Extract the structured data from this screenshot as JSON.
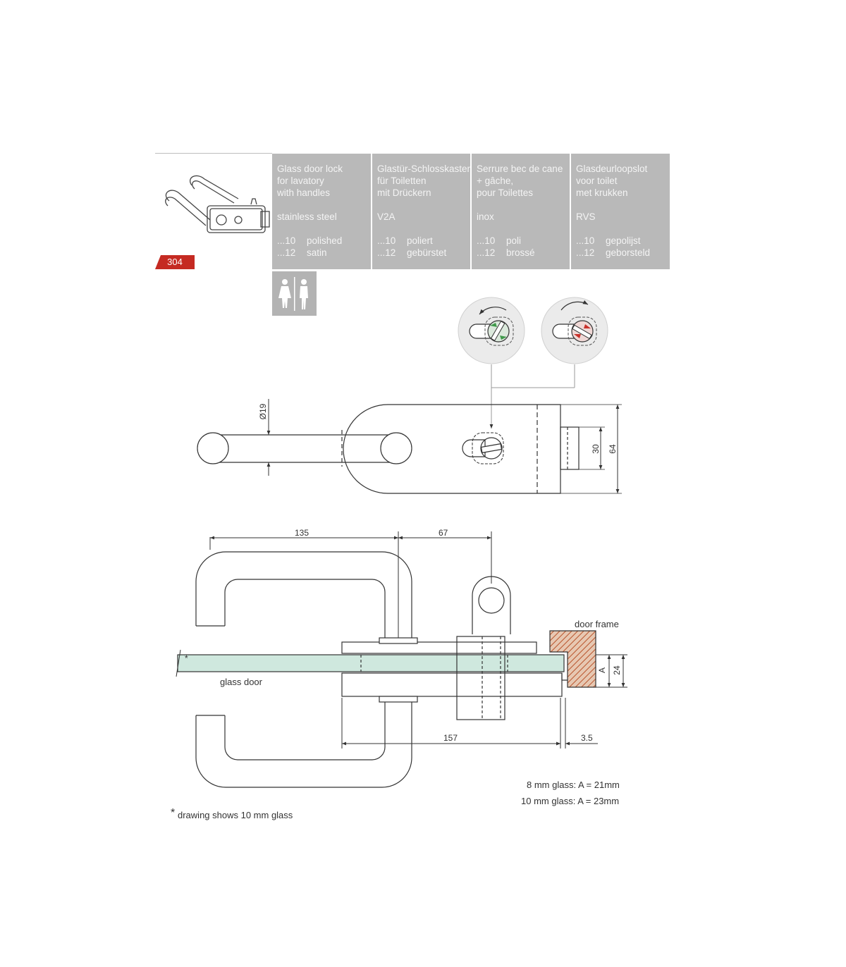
{
  "product": {
    "number": "304"
  },
  "columns": [
    {
      "lang": "en",
      "title": [
        "Glass door lock",
        "for lavatory",
        "with handles"
      ],
      "material": "stainless steel",
      "finishes": [
        {
          "code": "...10",
          "name": "polished"
        },
        {
          "code": "...12",
          "name": "satin"
        }
      ]
    },
    {
      "lang": "de",
      "title": [
        "Glastür-Schlosskasten",
        "für Toiletten",
        "mit Drückern"
      ],
      "material": "V2A",
      "finishes": [
        {
          "code": "...10",
          "name": "poliert"
        },
        {
          "code": "...12",
          "name": "gebürstet"
        }
      ]
    },
    {
      "lang": "fr",
      "title": [
        "Serrure bec de cane",
        "+ gâche,",
        "pour Toilettes"
      ],
      "material": "inox",
      "finishes": [
        {
          "code": "...10",
          "name": "poli"
        },
        {
          "code": "...12",
          "name": "brossé"
        }
      ]
    },
    {
      "lang": "nl",
      "title": [
        "Glasdeurloopslot",
        "voor toilet",
        "met krukken"
      ],
      "material": "RVS",
      "finishes": [
        {
          "code": "...10",
          "name": "gepolijst"
        },
        {
          "code": "...12",
          "name": "geborsteld"
        }
      ]
    }
  ],
  "icons": {
    "pictogram": "toilet-woman-man-icon",
    "indicator_free": "indicator-free-green-icon",
    "indicator_occupied": "indicator-occupied-red-icon"
  },
  "colors": {
    "badge": "#c52a22",
    "panel": "#b9b9b9",
    "glass": "#cfe8de",
    "free": "#3f9a4a",
    "occupied": "#c8302a",
    "frame_hatch": "#c0643e"
  },
  "dimensions": {
    "handle_diameter": "Ø19",
    "plate_height": "64",
    "strike_width": "30",
    "handle_length": "135",
    "handle_to_spindle": "67",
    "lock_length": "157",
    "gap": "3.5",
    "frame_depth": "24",
    "frame_a": "A"
  },
  "labels": {
    "door_frame": "door frame",
    "glass_door": "glass door",
    "glass_asterisk": "*",
    "note_8mm": "8 mm glass:  A = 21mm",
    "note_10mm": "10 mm glass:  A = 23mm",
    "footnote_star": "*",
    "footnote": "drawing shows  10 mm glass"
  }
}
